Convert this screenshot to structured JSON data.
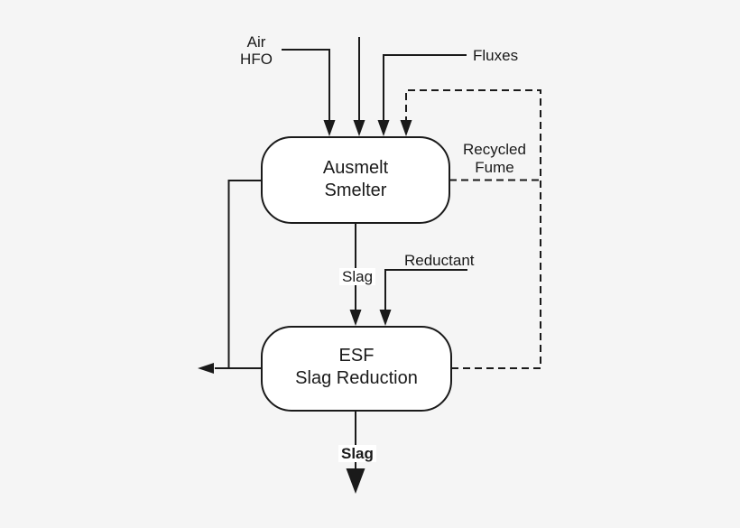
{
  "diagram": {
    "nodes": {
      "smelter": {
        "line1": "Ausmelt",
        "line2": "Smelter"
      },
      "esf": {
        "line1": "ESF",
        "line2": "Slag Reduction"
      }
    },
    "labels": {
      "air": "Air",
      "hfo": "HFO",
      "fluxes": "Fluxes",
      "recycled_line1": "Recycled",
      "recycled_line2": "Fume",
      "slag_intermediate": "Slag",
      "reductant": "Reductant",
      "slag_output": "Slag"
    },
    "colors": {
      "background": "#f5f5f5",
      "line": "#1a1a1a",
      "node_fill": "#ffffff",
      "node_stroke": "#1a1a1a"
    }
  }
}
